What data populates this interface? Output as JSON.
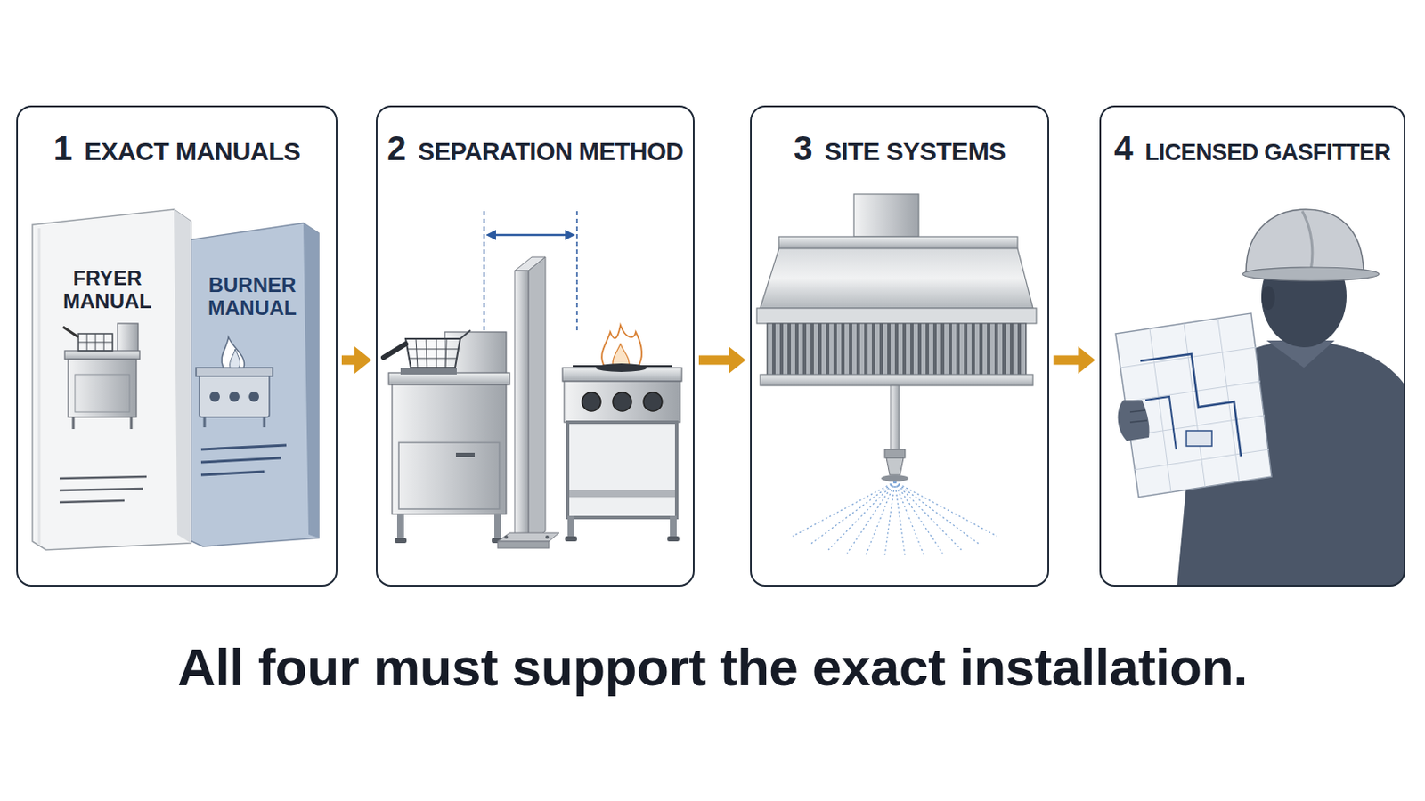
{
  "diagram": {
    "caption": "All four must support the exact installation.",
    "nodes": [
      {
        "text": [
          "1",
          "EXACT MANUALS"
        ]
      },
      {
        "text": [
          "2",
          "SEPARATION METHOD"
        ]
      },
      {
        "text": [
          "3",
          "SITE SYSTEMS"
        ]
      },
      {
        "text": [
          "4",
          "LICENSED GASFITTER"
        ]
      }
    ],
    "edges": [
      {
        "from": 0,
        "to": 1,
        "arrow": "to"
      },
      {
        "from": 1,
        "to": 2,
        "arrow": "to"
      },
      {
        "from": 2,
        "to": 3,
        "arrow": "to"
      }
    ],
    "labels": [
      "FRYER MANUAL",
      "BURNER MANUAL"
    ]
  }
}
